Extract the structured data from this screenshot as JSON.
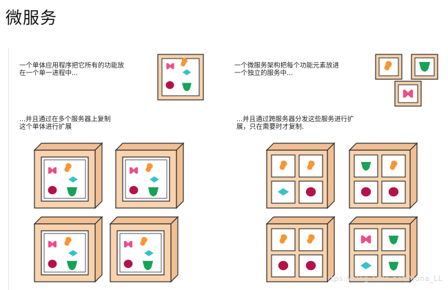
{
  "page": {
    "title": "微服务"
  },
  "captions": {
    "mono_intro": "一个单体应用程序把它所有的功能放\n在一个单一进程中...",
    "mono_scale": "...并且通过在多个服务器上复制\n这个单体进行扩展",
    "micro_intro": "一个微服务架构把每个功能元素放进\n一个独立的服务中...",
    "micro_scale": "...并且通过跨服务器分发这些服务进行扩\n展，只在需要时才复制."
  },
  "watermark": "https://blog.csdn.net/Mona_LL",
  "colors": {
    "box_fill": "#f8d3ae",
    "box_side": "#f0c094",
    "box_stroke": "#2a2a2a",
    "window_fill": "#ffffff",
    "shape_orange": "#f79633",
    "shape_pink": "#ee4d8a",
    "shape_teal": "#35c3c7",
    "shape_crimson": "#b5124a",
    "shape_green": "#17a257"
  },
  "shape_legend": {
    "orange": "orange-blob-icon",
    "pink": "pink-bowtie-icon",
    "teal": "teal-diamond-icon",
    "crimson": "crimson-circle-icon",
    "green": "green-shield-icon"
  }
}
